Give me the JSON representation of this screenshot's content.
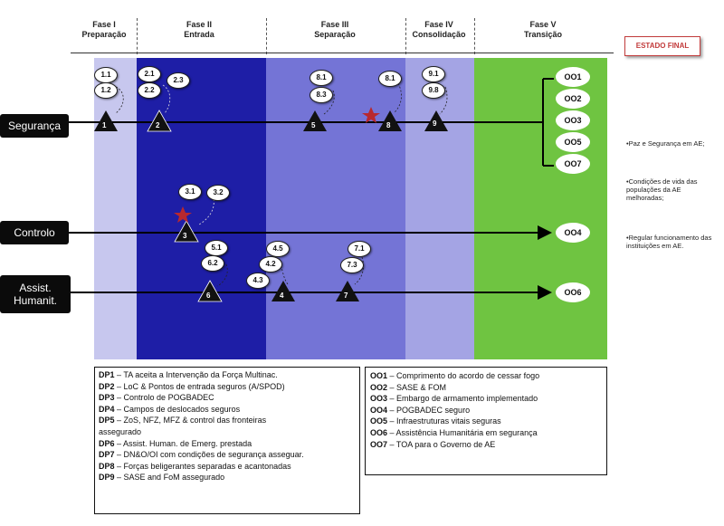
{
  "phases": [
    {
      "line1": "Fase I",
      "line2": "Preparação"
    },
    {
      "line1": "Fase II",
      "line2": "Entrada"
    },
    {
      "line1": "Fase III",
      "line2": "Separação"
    },
    {
      "line1": "Fase IV",
      "line2": "Consolidação"
    },
    {
      "line1": "Fase V",
      "line2": "Transição"
    }
  ],
  "estado_final": "ESTADO FINAL",
  "lanes": [
    {
      "label": "Segurança"
    },
    {
      "label": "Controlo"
    },
    {
      "label": "Assist. Humanit."
    }
  ],
  "decisive_points": [
    "1",
    "2",
    "3",
    "4",
    "5",
    "6",
    "7",
    "8",
    "9"
  ],
  "ovals": [
    "1.1",
    "1.2",
    "2.1",
    "2.2",
    "2.3",
    "8.1",
    "8.3",
    "8.1",
    "9.1",
    "9.8",
    "3.1",
    "3.2",
    "5.1",
    "6.2",
    "4.3",
    "4.5",
    "4.2",
    "7.1",
    "7.3"
  ],
  "objectives": [
    "OO1",
    "OO2",
    "OO3",
    "OO5",
    "OO7",
    "OO4",
    "OO6"
  ],
  "side_notes": [
    "•Paz e Segurança em AE;",
    "•Condições de vida das populações da AE melhoradas;",
    "•Regular funcionamento das instituições em AE."
  ],
  "legend_dp": [
    {
      "code": "DP1",
      "text": "– TA aceita a Intervenção da Força Multinac."
    },
    {
      "code": "DP2",
      "text": "– LoC & Pontos de entrada seguros (A/SPOD)"
    },
    {
      "code": "DP3",
      "text": "– Controlo de POGBADEC"
    },
    {
      "code": "DP4",
      "text": "– Campos de deslocados seguros"
    },
    {
      "code": "DP5",
      "text": "– ZoS, NFZ, MFZ & control das fronteiras"
    },
    {
      "code": "",
      "text": "assegurado"
    },
    {
      "code": "DP6",
      "text": "– Assist. Human. de Emerg. prestada"
    },
    {
      "code": "DP7",
      "text": "– DN&O/OI com condições de segurança asseguar."
    },
    {
      "code": "DP8",
      "text": "– Forças beligerantes separadas e acantonadas"
    },
    {
      "code": "DP9",
      "text": "– SASE and FoM assegurado"
    }
  ],
  "legend_oo": [
    {
      "code": "OO1",
      "text": "– Comprimento do acordo de cessar fogo"
    },
    {
      "code": "OO2",
      "text": "– SASE & FOM"
    },
    {
      "code": "OO3",
      "text": "– Embargo de armamento implementado"
    },
    {
      "code": "OO4",
      "text": "– POGBADEC seguro"
    },
    {
      "code": "OO5",
      "text": "– Infraestruturas vitais seguras"
    },
    {
      "code": "OO6",
      "text": "– Assistência Humanitária em segurança"
    },
    {
      "code": "OO7",
      "text": "– TOA para o Governo de AE"
    }
  ],
  "colors": {
    "phase1": "#c7c7ee",
    "phase2": "#1e1ea6",
    "phase3": "#7474d6",
    "phase4": "#a4a4e4",
    "phase5": "#6fc441",
    "estado": "#c23b3b",
    "star": "#b8282e"
  }
}
